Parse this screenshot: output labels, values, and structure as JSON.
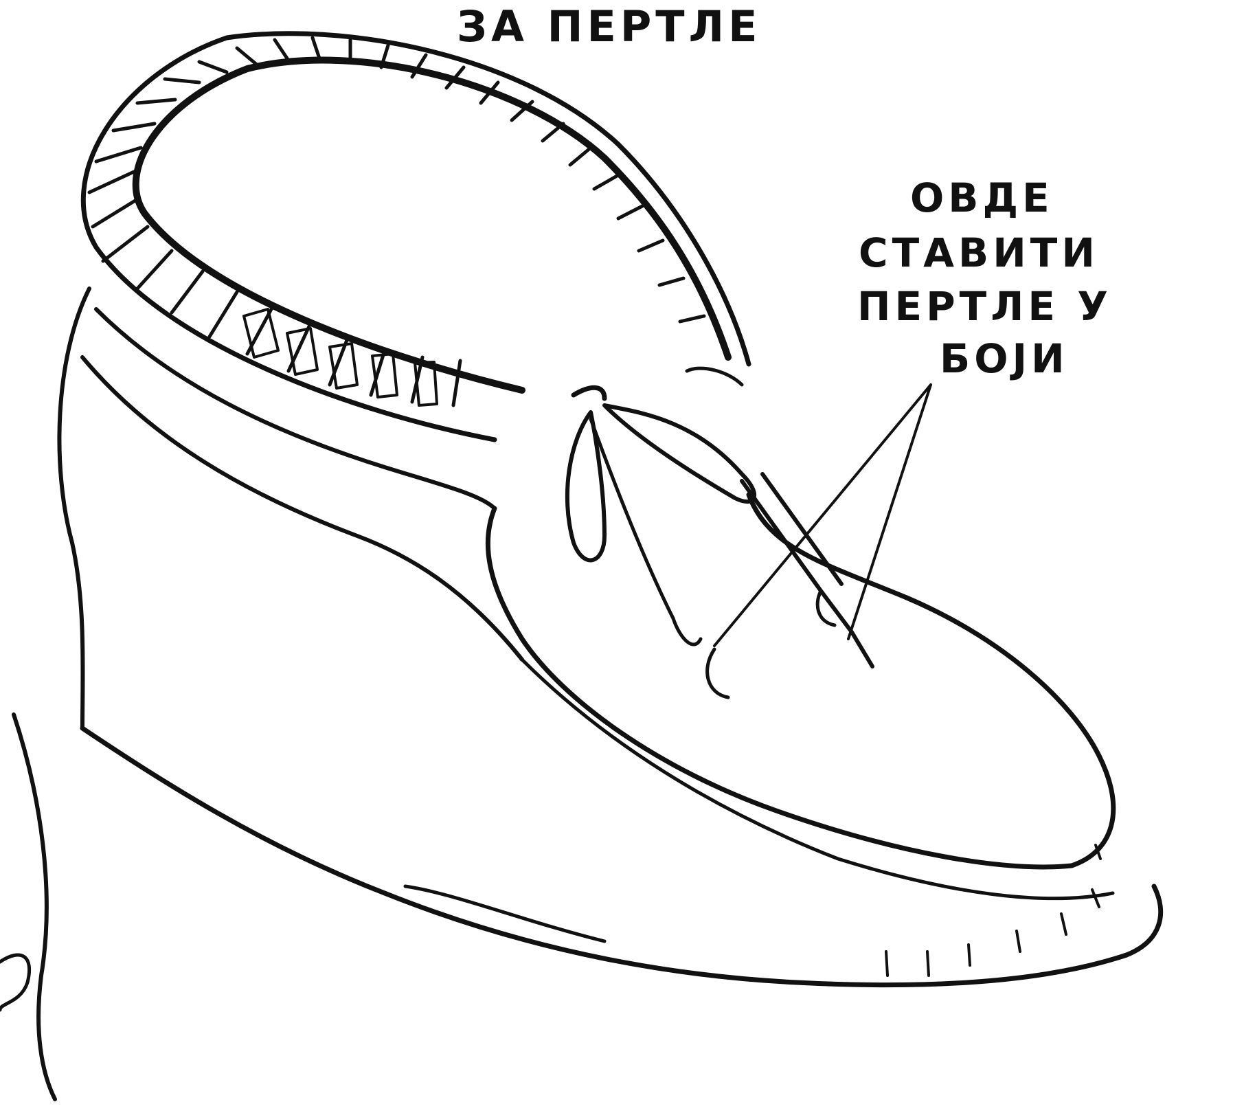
{
  "labels": {
    "top": "ЗА ПЕРТЛЕ",
    "note": [
      "ОВДЕ",
      "СТАВИТИ",
      "ПЕРТЛЕ У",
      "БОЈИ"
    ]
  },
  "colors": {
    "ink": "#111111",
    "paper": "#ffffff"
  }
}
